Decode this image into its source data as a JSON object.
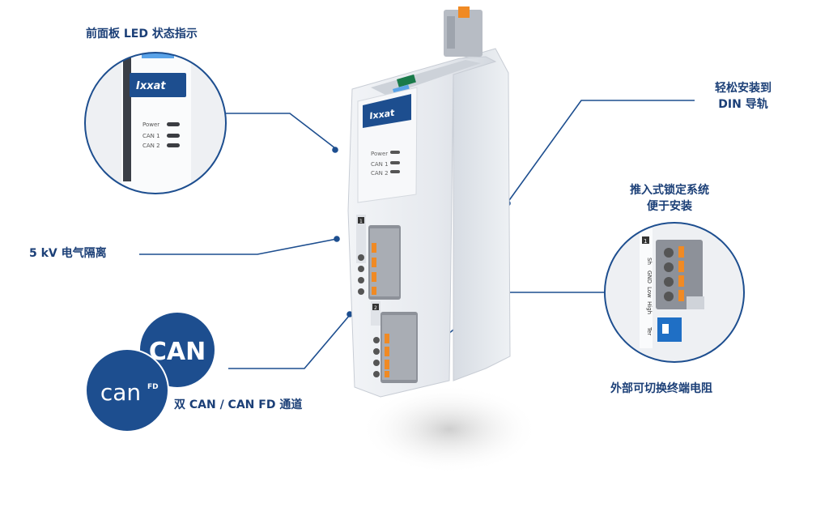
{
  "callouts": {
    "front_panel_led": "前面板 LED 状态指示",
    "din_rail": [
      "轻松安装到",
      "DIN 导轨"
    ],
    "isolation": "5 kV 电气隔离",
    "push_in": [
      "推入式锁定系统",
      "便于安装"
    ],
    "dual_can": "双 CAN / CAN FD 通道",
    "termination": "外部可切换终端电阻"
  },
  "device": {
    "brand": "Ixxat",
    "led_labels": [
      "Power",
      "CAN 1",
      "CAN 2"
    ],
    "connector_labels": [
      "Sh",
      "GND",
      "Low",
      "High",
      "Ter"
    ],
    "connector_numbers": [
      "1",
      "2"
    ]
  },
  "badges": {
    "can": "CAN",
    "can_fd_logo": "can",
    "fd": "FD"
  },
  "colors": {
    "brand_blue": "#1d4e8f",
    "text_blue": "#1b3f77",
    "accent_orange": "#f08a24",
    "led_blue": "#1f6fc5"
  }
}
